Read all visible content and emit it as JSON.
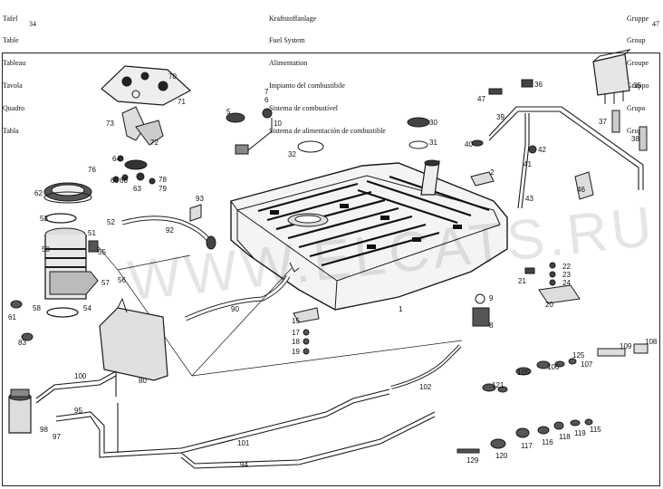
{
  "header": {
    "left": [
      "Tafel",
      "Table",
      "Tableau",
      "Tavola",
      "Quadro",
      "Tabla"
    ],
    "page_left": "34",
    "middle": [
      "Kraftstoffanlage",
      "Fuel System",
      "Alimentation",
      "Impianto del combustibile",
      "Sistema de combustível",
      "Sistema de alimentación de combustible"
    ],
    "right": [
      "Gruppe",
      "Group",
      "Groupe",
      "Gruppo",
      "Grupo",
      "Grupo"
    ],
    "page_right": "47"
  },
  "watermark": "WWW.ELCATS.RU",
  "parts": [
    {
      "id": "p1",
      "label": "1"
    },
    {
      "id": "p2",
      "label": "2"
    },
    {
      "id": "p5",
      "label": "5"
    },
    {
      "id": "p6",
      "label": "6"
    },
    {
      "id": "p7",
      "label": "7"
    },
    {
      "id": "p8",
      "label": "8"
    },
    {
      "id": "p9",
      "label": "9"
    },
    {
      "id": "p10",
      "label": "10"
    },
    {
      "id": "p15",
      "label": "15"
    },
    {
      "id": "p17",
      "label": "17"
    },
    {
      "id": "p18",
      "label": "18"
    },
    {
      "id": "p19",
      "label": "19"
    },
    {
      "id": "p20",
      "label": "20"
    },
    {
      "id": "p21",
      "label": "21"
    },
    {
      "id": "p22",
      "label": "22"
    },
    {
      "id": "p23",
      "label": "23"
    },
    {
      "id": "p24",
      "label": "24"
    },
    {
      "id": "p30",
      "label": "30"
    },
    {
      "id": "p31",
      "label": "31"
    },
    {
      "id": "p32",
      "label": "32"
    },
    {
      "id": "p35",
      "label": "35"
    },
    {
      "id": "p36",
      "label": "36"
    },
    {
      "id": "p37",
      "label": "37"
    },
    {
      "id": "p38",
      "label": "38"
    },
    {
      "id": "p39",
      "label": "39"
    },
    {
      "id": "p40",
      "label": "40"
    },
    {
      "id": "p41",
      "label": "41"
    },
    {
      "id": "p42",
      "label": "42"
    },
    {
      "id": "p43",
      "label": "43"
    },
    {
      "id": "p46",
      "label": "46"
    },
    {
      "id": "p47",
      "label": "47"
    },
    {
      "id": "p50",
      "label": "50"
    },
    {
      "id": "p51",
      "label": "51"
    },
    {
      "id": "p52",
      "label": "52"
    },
    {
      "id": "p53",
      "label": "53"
    },
    {
      "id": "p54",
      "label": "54"
    },
    {
      "id": "p55",
      "label": "55"
    },
    {
      "id": "p56",
      "label": "56"
    },
    {
      "id": "p57",
      "label": "57"
    },
    {
      "id": "p58",
      "label": "58"
    },
    {
      "id": "p61",
      "label": "61"
    },
    {
      "id": "p62",
      "label": "62"
    },
    {
      "id": "p63",
      "label": "63"
    },
    {
      "id": "p64",
      "label": "64"
    },
    {
      "id": "p65",
      "label": "65"
    },
    {
      "id": "p66",
      "label": "66"
    },
    {
      "id": "p70",
      "label": "70"
    },
    {
      "id": "p71",
      "label": "71"
    },
    {
      "id": "p72",
      "label": "72"
    },
    {
      "id": "p73",
      "label": "73"
    },
    {
      "id": "p76",
      "label": "76"
    },
    {
      "id": "p78",
      "label": "78"
    },
    {
      "id": "p79",
      "label": "79"
    },
    {
      "id": "p80",
      "label": "80"
    },
    {
      "id": "p83",
      "label": "83"
    },
    {
      "id": "p90",
      "label": "90"
    },
    {
      "id": "p92",
      "label": "92"
    },
    {
      "id": "p93",
      "label": "93"
    },
    {
      "id": "p94",
      "label": "94"
    },
    {
      "id": "p95",
      "label": "95"
    },
    {
      "id": "p97",
      "label": "97"
    },
    {
      "id": "p98",
      "label": "98"
    },
    {
      "id": "p100",
      "label": "100"
    },
    {
      "id": "p101",
      "label": "101"
    },
    {
      "id": "p102",
      "label": "102"
    },
    {
      "id": "p105",
      "label": "105"
    },
    {
      "id": "p106",
      "label": "106"
    },
    {
      "id": "p107",
      "label": "107"
    },
    {
      "id": "p108",
      "label": "108"
    },
    {
      "id": "p109",
      "label": "109"
    },
    {
      "id": "p115",
      "label": "115"
    },
    {
      "id": "p116",
      "label": "116"
    },
    {
      "id": "p117",
      "label": "117"
    },
    {
      "id": "p118",
      "label": "118"
    },
    {
      "id": "p119",
      "label": "119"
    },
    {
      "id": "p120",
      "label": "120"
    },
    {
      "id": "p121",
      "label": "121"
    },
    {
      "id": "p125",
      "label": "125"
    },
    {
      "id": "p129",
      "label": "129"
    }
  ]
}
